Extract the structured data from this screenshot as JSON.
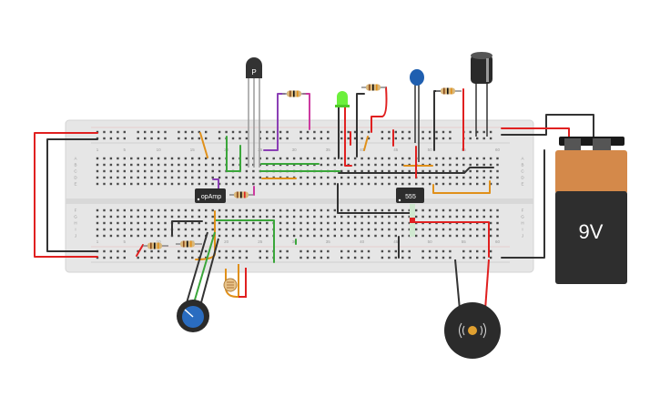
{
  "components": {
    "op_amp": {
      "label": "opAmp"
    },
    "timer": {
      "label": "555"
    },
    "transistor": {
      "label": "P"
    },
    "battery": {
      "label": "9V"
    }
  },
  "breadboard": {
    "column_numbers": [
      "1",
      "5",
      "10",
      "15",
      "20",
      "25",
      "30",
      "35",
      "40",
      "45",
      "50",
      "55",
      "60"
    ],
    "row_letters_top": [
      "A",
      "B",
      "C",
      "D",
      "E"
    ],
    "row_letters_bottom": [
      "F",
      "G",
      "H",
      "I",
      "J"
    ]
  },
  "colors": {
    "board": "#e6e6e6",
    "battery_copper": "#d4894a",
    "battery_body": "#2e2e2e",
    "wire_red": "#e02020",
    "wire_black": "#333333",
    "wire_green": "#3aa63a",
    "wire_orange": "#e0901a",
    "wire_purple": "#8b3fb5",
    "wire_magenta": "#cc3aa0",
    "led_green": "#6cf03c",
    "ceramic_cap": "#1f5fb0",
    "pot_knob": "#2a6cc0"
  }
}
